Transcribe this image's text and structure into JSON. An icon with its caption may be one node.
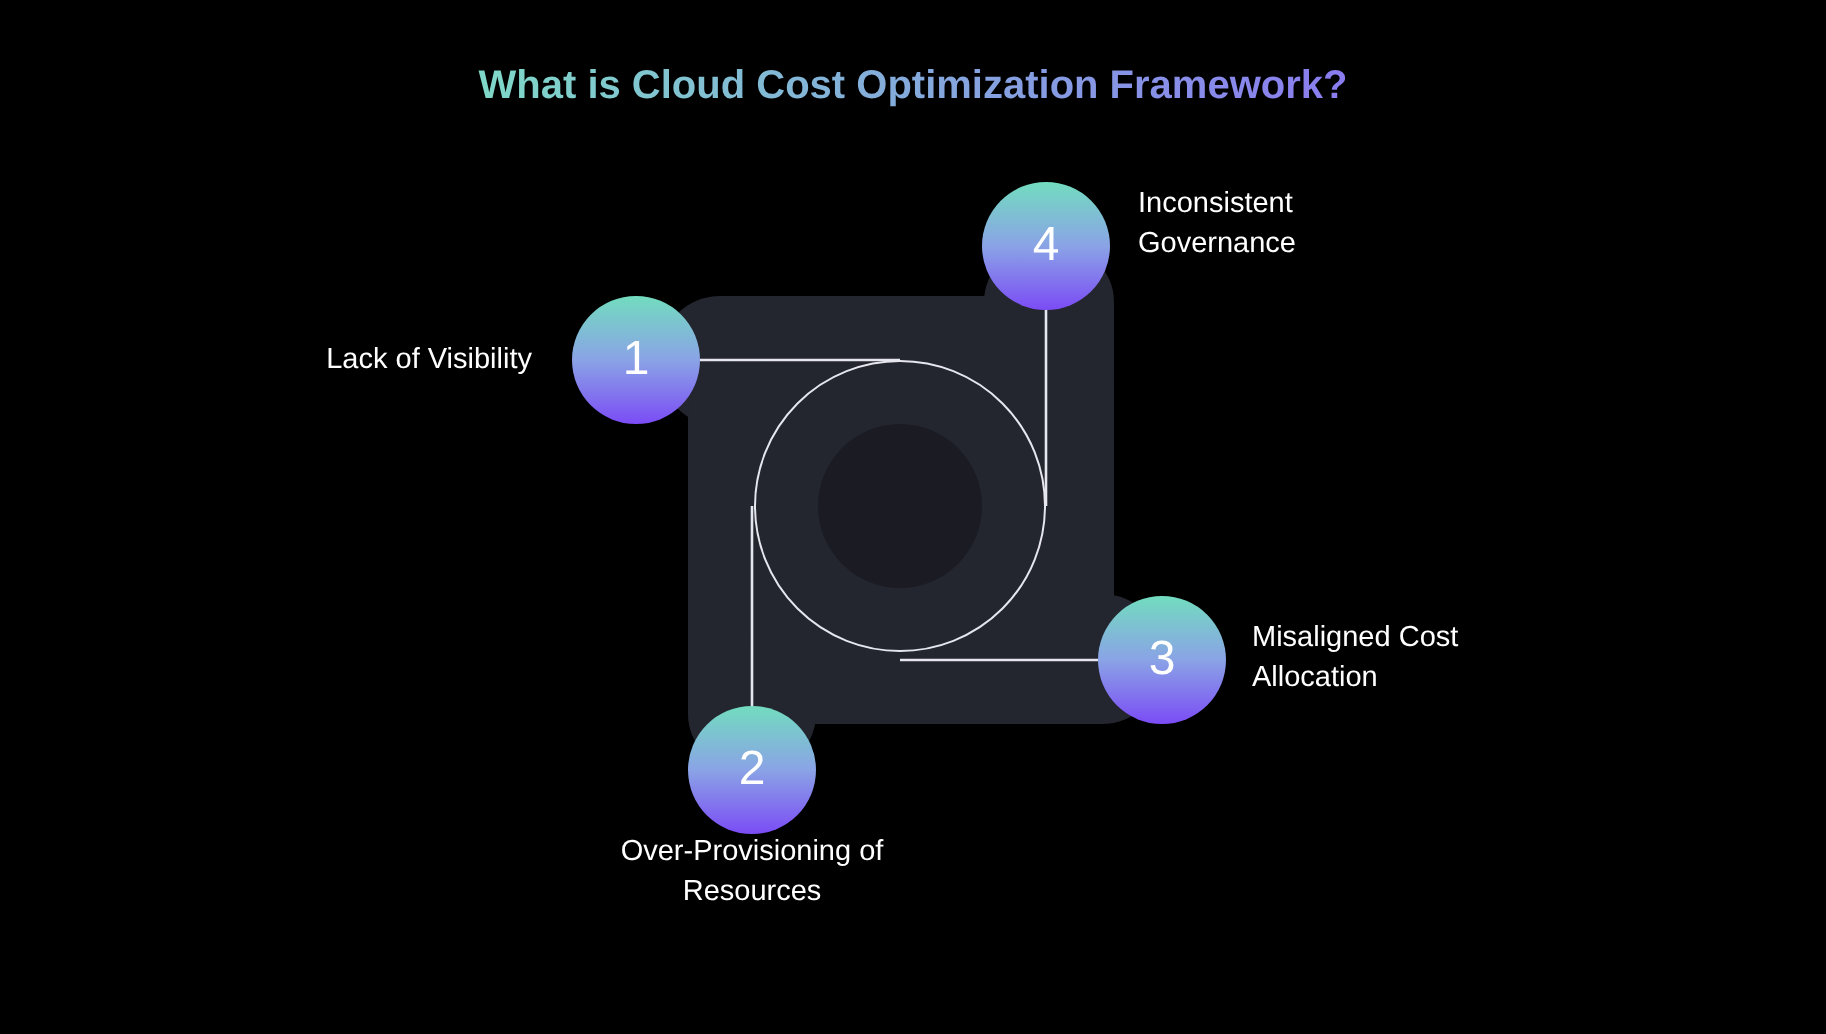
{
  "diagram": {
    "title": "What is Cloud Cost Optimization Framework?",
    "nodes": [
      {
        "text": [
          "1"
        ],
        "beside": [
          "Lack of Visibility"
        ]
      },
      {
        "text": [
          "2"
        ],
        "beside": [
          "Over-Provisioning of Resources"
        ]
      },
      {
        "text": [
          "3"
        ],
        "beside": [
          "Misaligned Cost Allocation"
        ]
      },
      {
        "text": [
          "4"
        ],
        "beside": [
          "Inconsistent Governance"
        ]
      },
      {
        "text": [],
        "shape": "circle"
      }
    ],
    "edges": [
      {
        "from": 0,
        "to": 4,
        "arrow": "none"
      },
      {
        "from": 1,
        "to": 4,
        "arrow": "none"
      },
      {
        "from": 2,
        "to": 4,
        "arrow": "none"
      },
      {
        "from": 3,
        "to": 4,
        "arrow": "none"
      }
    ]
  }
}
